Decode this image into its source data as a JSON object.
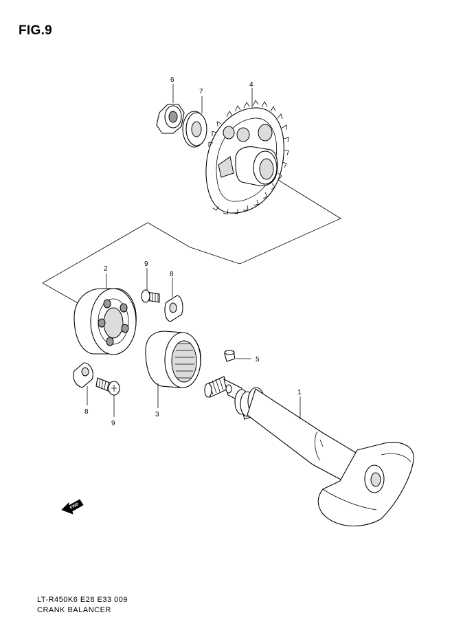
{
  "figure": {
    "title": "FIG.9"
  },
  "callouts": [
    {
      "id": "c1",
      "label": "1"
    },
    {
      "id": "c2",
      "label": "2"
    },
    {
      "id": "c3",
      "label": "3"
    },
    {
      "id": "c4",
      "label": "4"
    },
    {
      "id": "c5",
      "label": "5"
    },
    {
      "id": "c6",
      "label": "6"
    },
    {
      "id": "c7",
      "label": "7"
    },
    {
      "id": "c8a",
      "label": "8"
    },
    {
      "id": "c8b",
      "label": "8"
    },
    {
      "id": "c9a",
      "label": "9"
    },
    {
      "id": "c9b",
      "label": "9"
    }
  ],
  "fwd_arrow": {
    "label": "FWD",
    "icon": "fwd-arrow-icon"
  },
  "footer": {
    "model_code": "LT-R450K6 E28 E33  009",
    "section_name": "CRANK BALANCER"
  }
}
